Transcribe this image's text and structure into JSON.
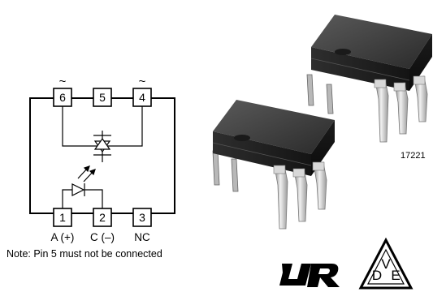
{
  "schematic": {
    "pins_top": [
      {
        "number": "6",
        "label": "~"
      },
      {
        "number": "5",
        "label": ""
      },
      {
        "number": "4",
        "label": "~"
      }
    ],
    "pins_bottom": [
      {
        "number": "1",
        "label": "A (+)"
      },
      {
        "number": "2",
        "label": "C (–)"
      },
      {
        "number": "3",
        "label": "NC"
      }
    ],
    "note": "Note: Pin 5 must not be connected"
  },
  "photo": {
    "figure_number": "17221"
  },
  "certification": {
    "ul_logo": "UL",
    "vde_letters": [
      "D",
      "V",
      "E"
    ]
  }
}
